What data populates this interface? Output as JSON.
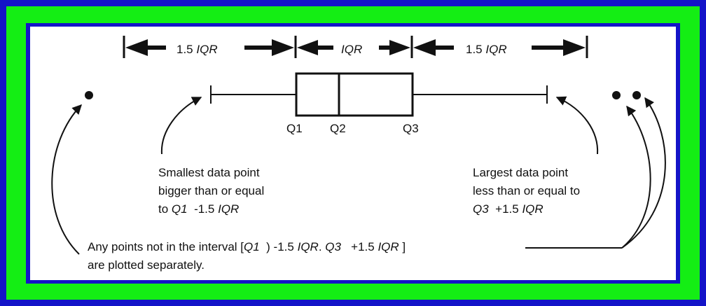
{
  "colors": {
    "outer_frame": "#1414c8",
    "green_frame": "#14ee14",
    "panel": "#ffffff",
    "ink": "#111111"
  },
  "spans": {
    "left": {
      "num": "1.5",
      "unit": "IQR"
    },
    "middle": {
      "unit": "IQR"
    },
    "right": {
      "num": "1.5",
      "unit": "IQR"
    }
  },
  "quartiles": {
    "q1": "Q1",
    "q2": "Q2",
    "q3": "Q3"
  },
  "smallest": {
    "line1": "Smallest data point",
    "line2": "bigger than or equal",
    "line3_prefix": "to",
    "line3_q": "Q1",
    "line3_rest": "-1.5",
    "line3_unit": "IQR"
  },
  "largest": {
    "line1": "Largest data point",
    "line2": "less than or equal to",
    "line3_q": "Q3",
    "line3_rest": "+1.5",
    "line3_unit": "IQR"
  },
  "outliers_note": {
    "prefix": "Any points not in the interval [",
    "q1": "Q1",
    "mid1": ") -1.5",
    "iqr1": "IQR",
    "sep": ".",
    "q3": "Q3",
    "mid2": "+1.5",
    "iqr2": "IQR",
    "suffix": "]",
    "line2": "are plotted separately."
  }
}
